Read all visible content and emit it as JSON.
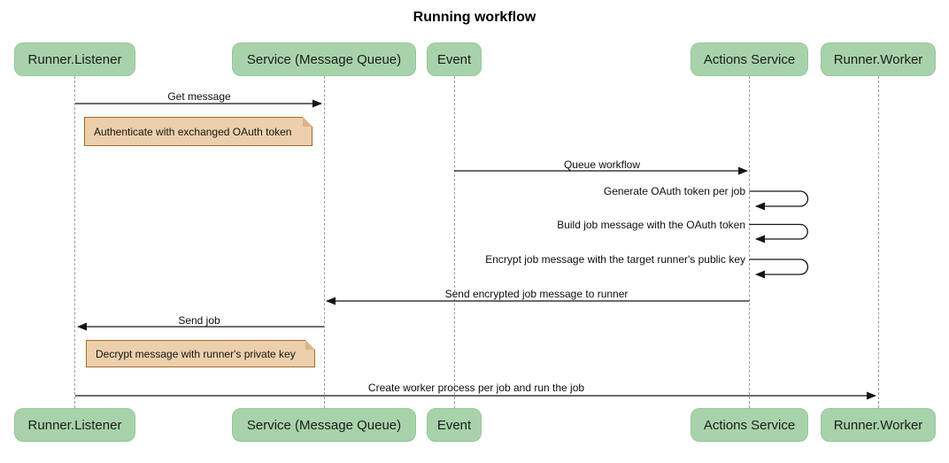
{
  "title": "Running workflow",
  "participants": [
    {
      "id": "runner-listener",
      "label": "Runner.Listener"
    },
    {
      "id": "service-message-queue",
      "label": "Service (Message Queue)"
    },
    {
      "id": "event",
      "label": "Event"
    },
    {
      "id": "actions-service",
      "label": "Actions Service"
    },
    {
      "id": "runner-worker",
      "label": "Runner.Worker"
    }
  ],
  "messages": [
    {
      "from": "Runner.Listener",
      "to": "Service (Message Queue)",
      "direction": "right",
      "label": "Get message"
    },
    {
      "from": "Event",
      "to": "Actions Service",
      "direction": "right",
      "label": "Queue workflow"
    },
    {
      "from": "Actions Service",
      "to": "Actions Service",
      "direction": "self",
      "label": "Generate OAuth token per job"
    },
    {
      "from": "Actions Service",
      "to": "Actions Service",
      "direction": "self",
      "label": "Build job message with the OAuth token"
    },
    {
      "from": "Actions Service",
      "to": "Actions Service",
      "direction": "self",
      "label": "Encrypt job message with the target runner's public key"
    },
    {
      "from": "Actions Service",
      "to": "Service (Message Queue)",
      "direction": "left",
      "label": "Send encrypted job message to runner"
    },
    {
      "from": "Service (Message Queue)",
      "to": "Runner.Listener",
      "direction": "left",
      "label": "Send job"
    },
    {
      "from": "Runner.Listener",
      "to": "Runner.Worker",
      "direction": "right",
      "label": "Create worker process per job and run the job"
    }
  ],
  "notes": [
    {
      "attached_to": "Runner.Listener",
      "text": "Authenticate with exchanged OAuth token"
    },
    {
      "attached_to": "Runner.Listener",
      "text": "Decrypt message with runner's private key"
    }
  ],
  "colors": {
    "participant_fill": "#A8D3AA",
    "participant_border": "#96C79A",
    "note_fill": "#ECD0AC",
    "note_border": "#A5682B",
    "lifeline": "#9A9A9A",
    "arrow": "#141414",
    "text": "#111111",
    "background": "#FFFFFF"
  }
}
